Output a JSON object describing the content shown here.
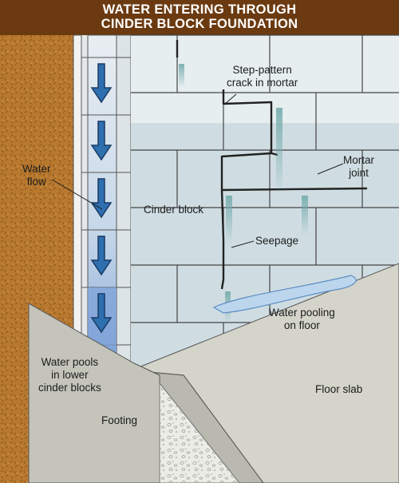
{
  "title": {
    "line1": "WATER ENTERING THROUGH",
    "line2": "CINDER BLOCK FOUNDATION"
  },
  "labels": {
    "step_crack_1": "Step-pattern",
    "step_crack_2": "crack in mortar",
    "mortar_joint_1": "Mortar",
    "mortar_joint_2": "joint",
    "water_flow_1": "Water",
    "water_flow_2": "flow",
    "cinder_block": "Cinder block",
    "seepage": "Seepage",
    "water_pooling_1": "Water pooling",
    "water_pooling_2": "on floor",
    "water_pools_1": "Water pools",
    "water_pools_2": "in lower",
    "water_pools_3": "cinder blocks",
    "floor_slab": "Floor slab",
    "footing": "Footing"
  },
  "colors": {
    "title_bar": "#6b3a10",
    "soil": "#b5782d",
    "block_face": "#d7e3e7",
    "water": "#2e6fb0",
    "floor_slab": "#cfcfc4",
    "footing": "#bdbdb4",
    "gravel": "#e8e8e2"
  }
}
